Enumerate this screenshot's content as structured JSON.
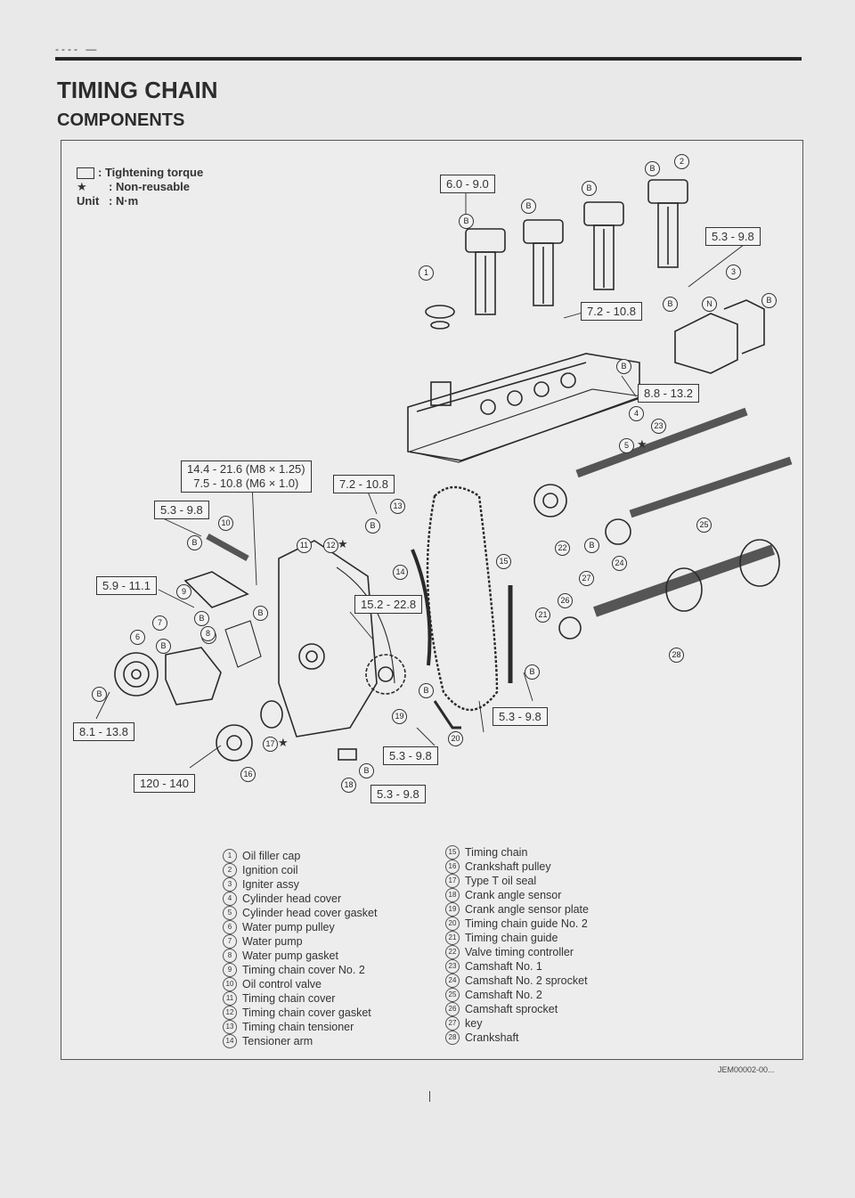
{
  "header": {
    "fragment": "---- —",
    "title": "TIMING CHAIN",
    "subtitle": "COMPONENTS"
  },
  "legend": {
    "torque_label": ": Tightening torque",
    "nonreusable_symbol": "★",
    "nonreusable_label": ": Non-reusable",
    "unit_key": "Unit",
    "unit_label": ": N·m"
  },
  "torques": {
    "t1": "6.0 - 9.0",
    "t2": "5.3 - 9.8",
    "t3": "7.2 - 10.8",
    "t4": "8.8 - 13.2",
    "t5a": "14.4 - 21.6 (M8 × 1.25)",
    "t5b": "7.5 - 10.8 (M6 × 1.0)",
    "t6": "7.2 - 10.8",
    "t7": "5.3 - 9.8",
    "t8": "5.9 - 11.1",
    "t9": "15.2 - 22.8",
    "t10": "8.1 - 13.8",
    "t11": "5.3 - 9.8",
    "t12": "5.3 - 9.8",
    "t13": "120 - 140",
    "t14": "5.3 - 9.8"
  },
  "markers": {
    "b": "B",
    "n": "N",
    "star": "★"
  },
  "parts_left": [
    {
      "n": "1",
      "label": "Oil filler cap"
    },
    {
      "n": "2",
      "label": "Ignition coil"
    },
    {
      "n": "3",
      "label": "Igniter assy"
    },
    {
      "n": "4",
      "label": "Cylinder head cover"
    },
    {
      "n": "5",
      "label": "Cylinder head cover gasket"
    },
    {
      "n": "6",
      "label": "Water pump pulley"
    },
    {
      "n": "7",
      "label": "Water pump"
    },
    {
      "n": "8",
      "label": "Water pump gasket"
    },
    {
      "n": "9",
      "label": "Timing chain cover No. 2"
    },
    {
      "n": "10",
      "label": "Oil control valve"
    },
    {
      "n": "11",
      "label": "Timing chain cover"
    },
    {
      "n": "12",
      "label": "Timing chain cover gasket"
    },
    {
      "n": "13",
      "label": "Timing chain tensioner"
    },
    {
      "n": "14",
      "label": "Tensioner arm"
    }
  ],
  "parts_right": [
    {
      "n": "15",
      "label": "Timing chain"
    },
    {
      "n": "16",
      "label": "Crankshaft pulley"
    },
    {
      "n": "17",
      "label": "Type T oil seal"
    },
    {
      "n": "18",
      "label": "Crank angle sensor"
    },
    {
      "n": "19",
      "label": "Crank angle sensor plate"
    },
    {
      "n": "20",
      "label": "Timing chain guide No. 2"
    },
    {
      "n": "21",
      "label": "Timing chain guide"
    },
    {
      "n": "22",
      "label": "Valve timing controller"
    },
    {
      "n": "23",
      "label": "Camshaft No. 1"
    },
    {
      "n": "24",
      "label": "Camshaft No. 2 sprocket"
    },
    {
      "n": "25",
      "label": "Camshaft No. 2"
    },
    {
      "n": "26",
      "label": "Camshaft sprocket"
    },
    {
      "n": "27",
      "label": "key"
    },
    {
      "n": "28",
      "label": "Crankshaft"
    }
  ],
  "footer": {
    "doc_id": "JEM00002-00..."
  }
}
